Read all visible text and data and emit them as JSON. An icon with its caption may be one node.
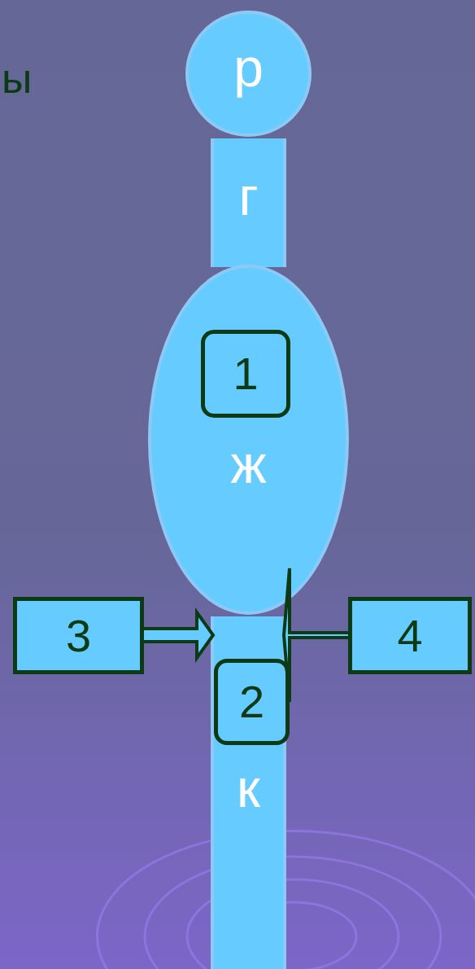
{
  "diagram": {
    "nodes": [
      {
        "text": [
          "р"
        ]
      },
      {
        "text": [
          "г"
        ]
      },
      {
        "text": [
          "ж"
        ]
      },
      {
        "text": [
          "1"
        ],
        "in": 2
      },
      {
        "text": [
          "3"
        ]
      },
      {
        "text": [
          "к"
        ]
      },
      {
        "text": [
          "2"
        ],
        "in": 5
      },
      {
        "text": [
          "4"
        ]
      }
    ],
    "edges": [
      {
        "from": 4,
        "to": 5,
        "arrow": "to"
      },
      {
        "from": 7,
        "to": 5,
        "arrow": "to"
      }
    ],
    "labels": [
      "ы"
    ]
  }
}
